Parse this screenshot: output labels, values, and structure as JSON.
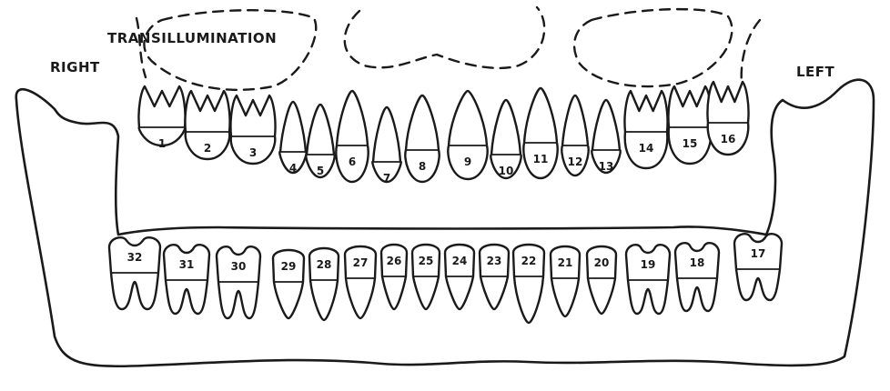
{
  "labels": {
    "right": "RIGHT",
    "left": "LEFT",
    "transillumination": "TRANSILLUMINATION"
  },
  "upper_teeth": [
    "1",
    "2",
    "3",
    "4",
    "5",
    "6",
    "7",
    "8",
    "9",
    "10",
    "11",
    "12",
    "13",
    "14",
    "15",
    "16"
  ],
  "lower_teeth": [
    "32",
    "31",
    "30",
    "29",
    "28",
    "27",
    "26",
    "25",
    "24",
    "23",
    "22",
    "21",
    "20",
    "19",
    "18",
    "17"
  ]
}
